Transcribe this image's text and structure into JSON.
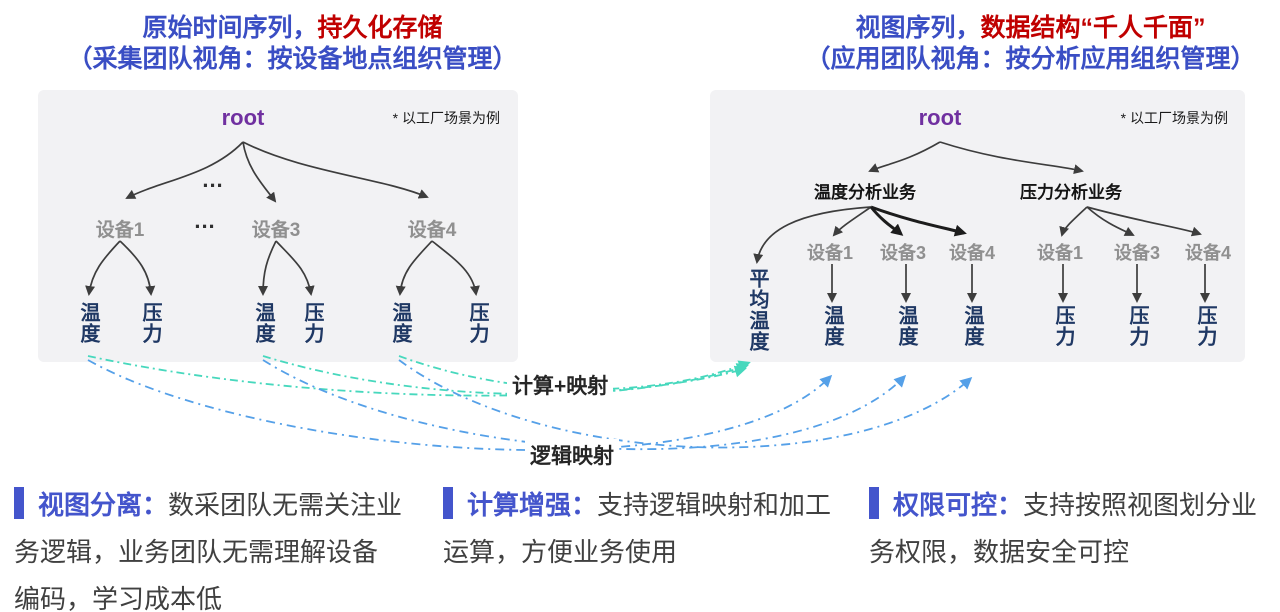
{
  "colors": {
    "header_blue": "#3a4ec4",
    "header_red": "#c00000",
    "root_purple": "#7030a0",
    "leaf_navy": "#1f3864",
    "device_gray": "#909090",
    "tree_arrow": "#3d3d3d",
    "compute_teal": "#47d8bd",
    "logic_sky": "#55a0e8",
    "panel_bg": "#f2f2f4",
    "body_text": "#404040",
    "accent_bar_blue": "#4455cc"
  },
  "titles": {
    "left": {
      "line1_blue": "原始时间序列，",
      "line1_red": "持久化存储",
      "line2": "（采集团队视角：按设备地点组织管理）"
    },
    "right": {
      "line1_blue": "视图序列，",
      "line1_red": "数据结构“千人千面”",
      "line2": "（应用团队视角：按分析应用组织管理）"
    }
  },
  "left_panel": {
    "root": "root",
    "note": "* 以工厂场景为例",
    "ellipsis_top": "...",
    "ellipsis_row": "...",
    "devices": [
      "设备1",
      "设备3",
      "设备4"
    ],
    "leaf_temperature": "温度",
    "leaf_pressure": "压力"
  },
  "right_panel": {
    "root": "root",
    "note": "* 以工厂场景为例",
    "temp_branch": {
      "label": "温度分析业务",
      "aggregate": "平均温度",
      "devices": [
        "设备1",
        "设备3",
        "设备4"
      ],
      "leaf": "温度"
    },
    "pressure_branch": {
      "label": "压力分析业务",
      "devices": [
        "设备1",
        "设备3",
        "设备4"
      ],
      "leaf": "压力"
    }
  },
  "mappings": {
    "compute": "计算+映射",
    "logic": "逻辑映射"
  },
  "bullets": [
    {
      "title": "视图分离：",
      "lines": [
        "数采团队无需关注业",
        "务逻辑，业务团队无需理解设备",
        "编码，学习成本低"
      ]
    },
    {
      "title": "计算增强：",
      "lines": [
        "支持逻辑映射和加工",
        "运算，方便业务使用"
      ]
    },
    {
      "title": "权限可控：",
      "lines": [
        "支持按照视图划分业",
        "务权限，数据安全可控"
      ]
    }
  ]
}
